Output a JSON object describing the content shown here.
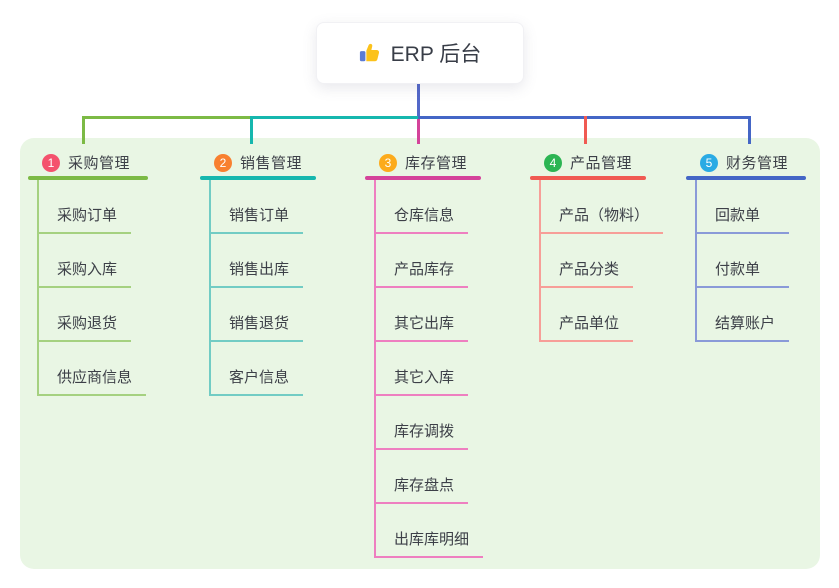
{
  "page": {
    "background_color": "#ffffff",
    "panel_color": "#e9f6e4",
    "text_color": "#3d4048",
    "trunk_color": "#5368c9"
  },
  "root": {
    "label": "ERP 后台",
    "icon": "thumbs-up-icon"
  },
  "branches": [
    {
      "num": "1",
      "label": "采购管理",
      "badge_color": "#f4526d",
      "line_color": "#7cba45",
      "child_line_color": "#a5d180",
      "children": [
        "采购订单",
        "采购入库",
        "采购退货",
        "供应商信息"
      ]
    },
    {
      "num": "2",
      "label": "销售管理",
      "badge_color": "#f88030",
      "line_color": "#16b7ae",
      "child_line_color": "#72ccc4",
      "children": [
        "销售订单",
        "销售出库",
        "销售退货",
        "客户信息"
      ]
    },
    {
      "num": "3",
      "label": "库存管理",
      "badge_color": "#fcab1c",
      "line_color": "#d4439a",
      "child_line_color": "#ee7fc0",
      "children": [
        "仓库信息",
        "产品库存",
        "其它出库",
        "其它入库",
        "库存调拨",
        "库存盘点",
        "出库库明细"
      ]
    },
    {
      "num": "4",
      "label": "产品管理",
      "badge_color": "#2cb553",
      "line_color": "#f05a52",
      "child_line_color": "#f79e98",
      "children": [
        "产品（物料）",
        "产品分类",
        "产品单位"
      ]
    },
    {
      "num": "5",
      "label": "财务管理",
      "badge_color": "#2aabe4",
      "line_color": "#4466c6",
      "child_line_color": "#8a9ad8",
      "children": [
        "回款单",
        "付款单",
        "结算账户"
      ]
    }
  ]
}
